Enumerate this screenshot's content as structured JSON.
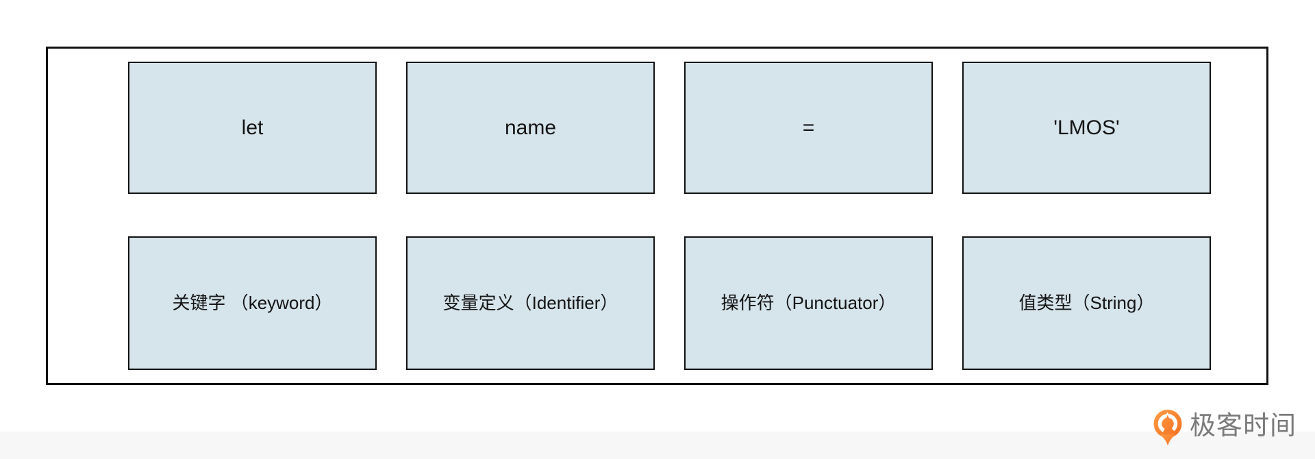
{
  "page": {
    "background": "#ffffff",
    "footer_strip_color": "#f7f7f7"
  },
  "diagram": {
    "box_fill": "#d6e4eb",
    "border_color": "#111111",
    "row1": [
      "let",
      "name",
      "=",
      "'LMOS'"
    ],
    "row2": [
      "关键字 （keyword）",
      "变量定义（Identifier）",
      "操作符（Punctuator）",
      "值类型（String）"
    ]
  },
  "logo": {
    "text": "极客时间",
    "icon": "geektime-pin-icon",
    "icon_color": "#f26e21",
    "icon_color_light": "#ff9d45",
    "text_color": "#7a7a7a"
  }
}
